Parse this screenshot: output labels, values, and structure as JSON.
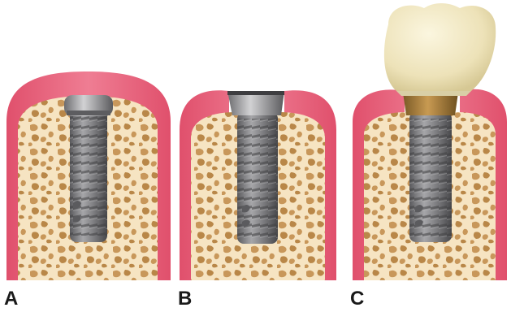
{
  "panels": [
    {
      "label": "A",
      "stage": "implant-submerged-cover-screw"
    },
    {
      "label": "B",
      "stage": "implant-with-healing-collar"
    },
    {
      "label": "C",
      "stage": "implant-with-abutment-and-crown"
    }
  ],
  "colors": {
    "gum": "#e8607a",
    "gum_light": "#f4a3b4",
    "bone": "#f6e4c2",
    "bone_pore": "#c8975a",
    "bone_pore_dark": "#a8773e",
    "implant": "#7d7d80",
    "implant_dark": "#4f4f52",
    "implant_light": "#b9b9bc",
    "abutment_gold": "#a07a3c",
    "crown": "#efe6c4",
    "crown_shadow": "#d9cfa6"
  }
}
